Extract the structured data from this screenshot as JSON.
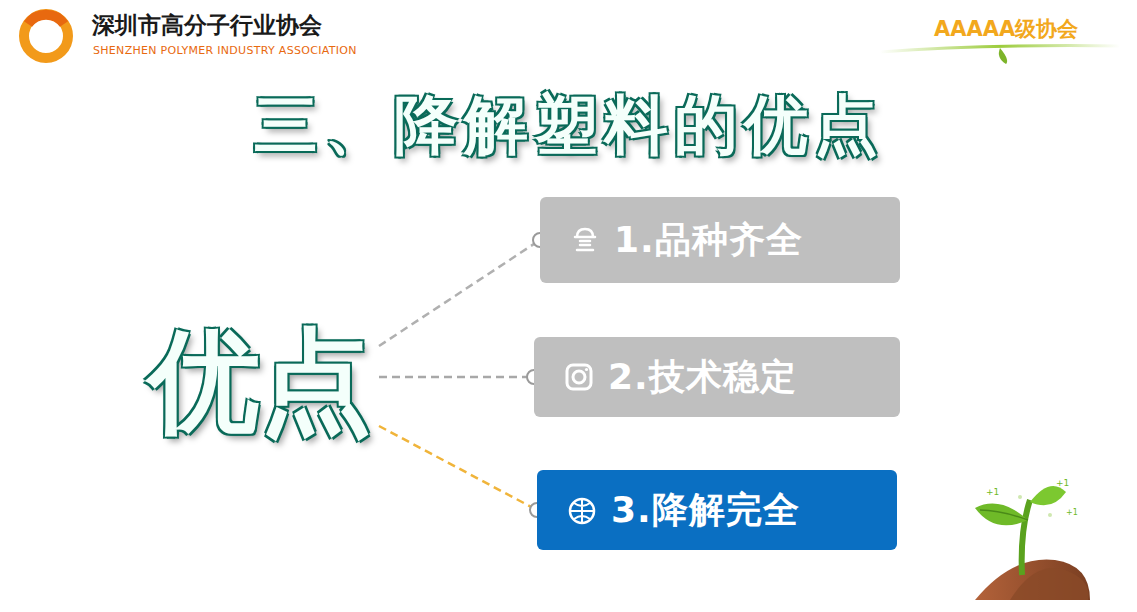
{
  "diagram": {
    "title": "三、降解塑料的优点",
    "nodes": [
      {
        "text": [
          "优点"
        ]
      },
      {
        "text": [
          "1.品种齐全"
        ]
      },
      {
        "text": [
          "2.技术稳定"
        ]
      },
      {
        "text": [
          "3.降解完全"
        ]
      }
    ],
    "edges": [
      {
        "from": 0,
        "to": 1,
        "arrow": "none"
      },
      {
        "from": 0,
        "to": 2,
        "arrow": "none"
      },
      {
        "from": 0,
        "to": 3,
        "arrow": "none"
      }
    ],
    "labels": [
      "深圳市高分子行业协会",
      "SHENZHEN POLYMER INDUSTRY ASSOCIATION",
      "AAAAA级协会",
      "+1",
      "+1",
      "+1"
    ]
  }
}
